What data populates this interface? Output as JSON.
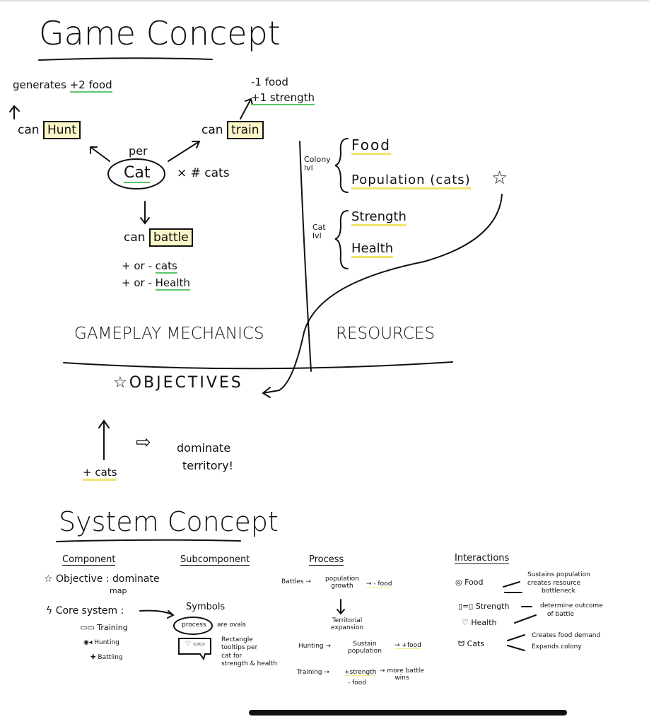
{
  "game_concept": {
    "title": "Game Concept",
    "hunt": {
      "effect": "generates",
      "effect_value": "+2 food",
      "prefix": "can",
      "label": "Hunt"
    },
    "train": {
      "prefix": "can",
      "label": "train",
      "effect1": "-1 food",
      "effect2": "+1 strength"
    },
    "cat": {
      "per": "per",
      "label": "Cat",
      "multiplier": "× # cats"
    },
    "battle": {
      "prefix": "can",
      "label": "battle",
      "line1_prefix": "+ or -",
      "line1_value": "cats",
      "line2_prefix": "+ or -",
      "line2_value": "Health"
    },
    "resources": {
      "colony_label": "Colony lvl",
      "food": "Food",
      "population": "Population (cats)",
      "star": "☆",
      "cat_label": "Cat lvl",
      "strength": "Strength",
      "health": "Health"
    },
    "gameplay_heading": "GAMEPLAY MECHANICS",
    "resources_heading": "RESOURCES",
    "objectives": {
      "star": "☆",
      "heading": "OBJECTIVES",
      "cats": "+ cats",
      "arrow": "⇨",
      "goal_line1": "dominate",
      "goal_line2": "territory!"
    }
  },
  "system_concept": {
    "title": "System Concept",
    "component": {
      "heading": "Component",
      "objective": "Objective : dominate",
      "objective2": "map",
      "core": "Core system :",
      "items": [
        "Training",
        "Hunting",
        "Battling"
      ]
    },
    "subcomponent": {
      "heading": "Subcomponent",
      "symbols": "Symbols",
      "process": "process",
      "process_desc": "are ovals",
      "tooltip_line1": "Rectangle",
      "tooltip_line2": "tooltips per",
      "tooltip_line3": "cat for",
      "tooltip_line4": "strength & health"
    },
    "process": {
      "heading": "Process",
      "battles": "Battles →",
      "pop_growth1": "population",
      "pop_growth2": "growth",
      "minus_food": "→ - food",
      "territorial1": "Territorial",
      "territorial2": "expansion",
      "hunting": "Hunting →",
      "sustain1": "Sustain",
      "sustain2": "population",
      "plus_food": "→ +food",
      "training": "Training →",
      "plus_strength": "+strength",
      "minus_food2": "- food",
      "more_wins1": "→ more battle",
      "more_wins2": "wins"
    },
    "interactions": {
      "heading": "Interactions",
      "food": "Food",
      "food_out1": "Sustains population",
      "food_out2": "creates resource",
      "food_out3": "bottleneck",
      "strength": "Strength",
      "health": "Health",
      "sh_out1": "determine outcome",
      "sh_out2": "of battle",
      "cats": "Cats",
      "cats_out1": "Creates food demand",
      "cats_out2": "Expands colony"
    }
  }
}
